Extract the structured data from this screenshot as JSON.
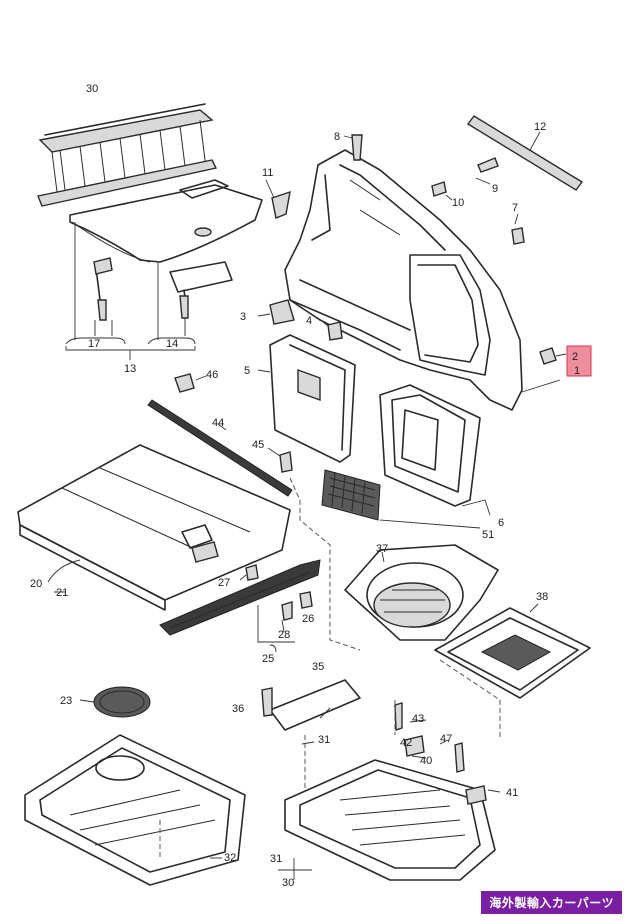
{
  "watermark": "海外製輸入カーパーツ",
  "highlight_color": "#e0304a",
  "callouts": [
    {
      "id": "c1",
      "label": "30"
    },
    {
      "id": "c2",
      "label": "8"
    },
    {
      "id": "c3",
      "label": "12"
    },
    {
      "id": "c4",
      "label": "11"
    },
    {
      "id": "c5",
      "label": "9"
    },
    {
      "id": "c6",
      "label": "10"
    },
    {
      "id": "c7",
      "label": "7"
    },
    {
      "id": "c8",
      "label": "3"
    },
    {
      "id": "c9",
      "label": "4"
    },
    {
      "id": "c10",
      "label": "17"
    },
    {
      "id": "c11",
      "label": "14"
    },
    {
      "id": "c12",
      "label": "13"
    },
    {
      "id": "c13",
      "label": "5"
    },
    {
      "id": "c14",
      "label": "46"
    },
    {
      "id": "c15",
      "label": "44"
    },
    {
      "id": "c16",
      "label": "45"
    },
    {
      "id": "c17",
      "label": "6"
    },
    {
      "id": "c18",
      "label": "51"
    },
    {
      "id": "c19",
      "label": "20"
    },
    {
      "id": "c20",
      "label": "21"
    },
    {
      "id": "c21",
      "label": "27"
    },
    {
      "id": "c22",
      "label": "37"
    },
    {
      "id": "c23",
      "label": "28"
    },
    {
      "id": "c24",
      "label": "26"
    },
    {
      "id": "c25",
      "label": "25"
    },
    {
      "id": "c26",
      "label": "38"
    },
    {
      "id": "c27",
      "label": "23"
    },
    {
      "id": "c28",
      "label": "35"
    },
    {
      "id": "c29",
      "label": "36"
    },
    {
      "id": "c30",
      "label": "31"
    },
    {
      "id": "c31",
      "label": "43"
    },
    {
      "id": "c32",
      "label": "42"
    },
    {
      "id": "c33",
      "label": "47"
    },
    {
      "id": "c34",
      "label": "40"
    },
    {
      "id": "c35",
      "label": "41"
    },
    {
      "id": "c36",
      "label": "32"
    },
    {
      "id": "c37",
      "label": "31"
    },
    {
      "id": "c38",
      "label": "30"
    },
    {
      "id": "c39",
      "label": "2"
    },
    {
      "id": "c40",
      "label": "1"
    }
  ]
}
